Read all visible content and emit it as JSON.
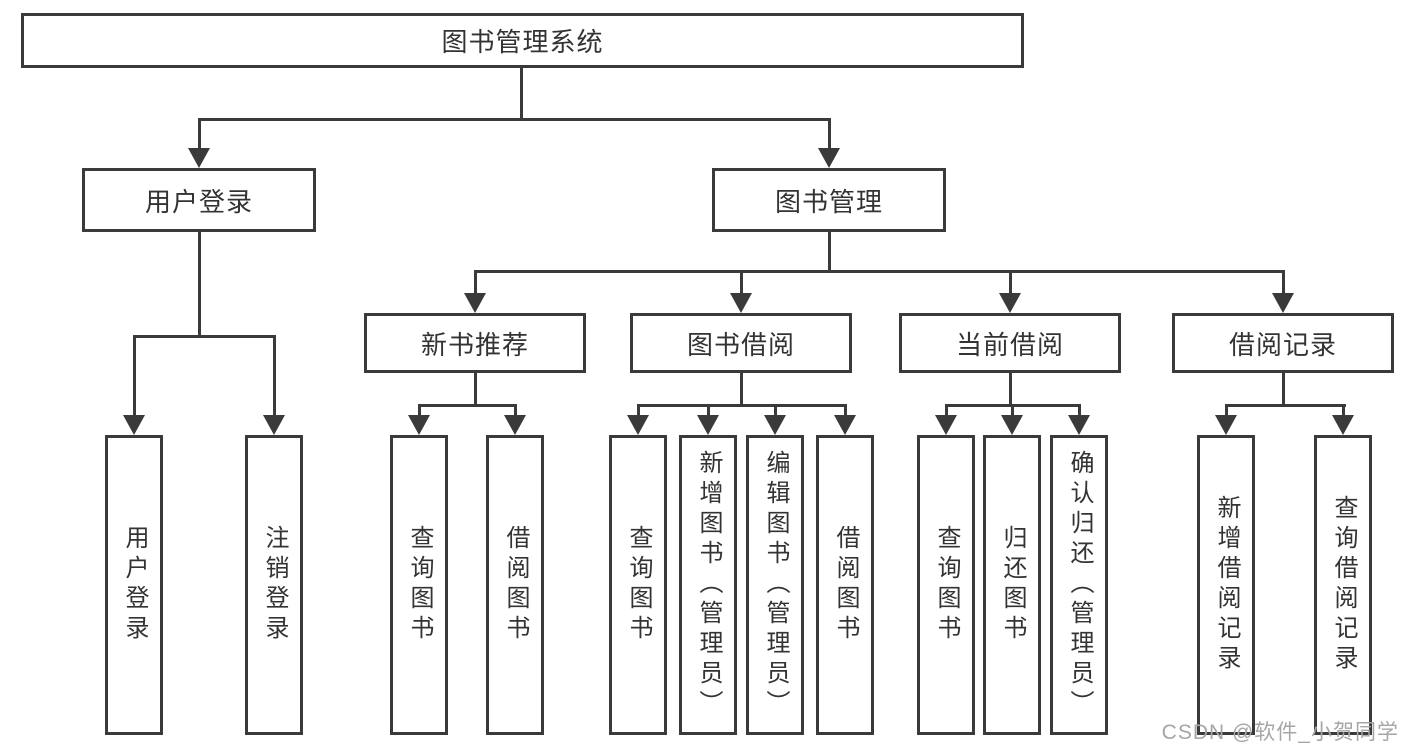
{
  "diagram_type": "hierarchy-tree",
  "tree": {
    "label": "图书管理系统",
    "children": [
      {
        "label": "用户登录",
        "children": [
          {
            "label": "用户登录"
          },
          {
            "label": "注销登录"
          }
        ]
      },
      {
        "label": "图书管理",
        "children": [
          {
            "label": "新书推荐",
            "children": [
              {
                "label": "查询图书"
              },
              {
                "label": "借阅图书"
              }
            ]
          },
          {
            "label": "图书借阅",
            "children": [
              {
                "label": "查询图书"
              },
              {
                "label": "新增图书（管理员）"
              },
              {
                "label": "编辑图书（管理员）"
              },
              {
                "label": "借阅图书"
              }
            ]
          },
          {
            "label": "当前借阅",
            "children": [
              {
                "label": "查询图书"
              },
              {
                "label": "归还图书"
              },
              {
                "label": "确认归还（管理员）"
              }
            ]
          },
          {
            "label": "借阅记录",
            "children": [
              {
                "label": "新增借阅记录"
              },
              {
                "label": "查询借阅记录"
              }
            ]
          }
        ]
      }
    ]
  },
  "watermark": {
    "text": "CSDN @软件_小贺同学"
  },
  "colors": {
    "line": "#3a3a3a",
    "text": "#333333",
    "background": "#ffffff",
    "watermark": "#a6a6a6"
  }
}
